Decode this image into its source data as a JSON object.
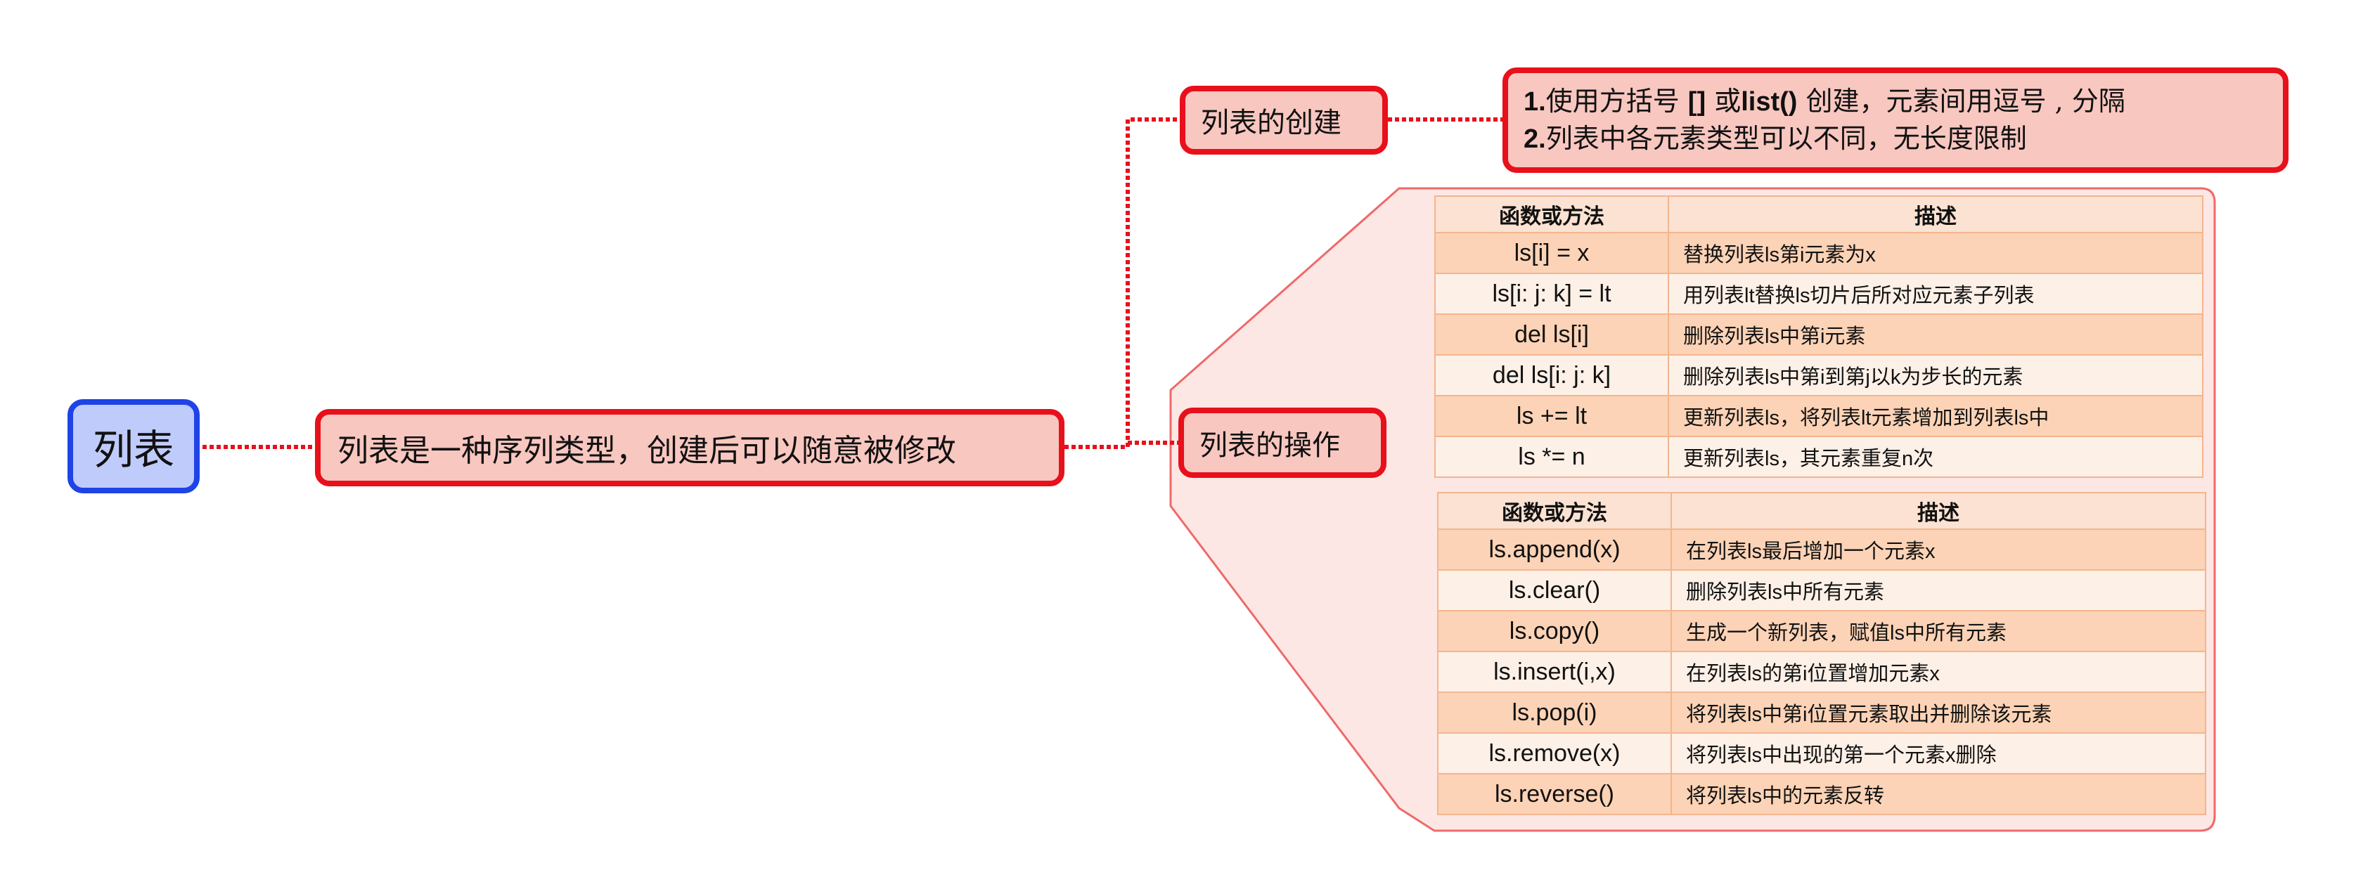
{
  "root": {
    "label": "列表"
  },
  "main": {
    "label": "列表是一种序列类型，创建后可以随意被修改"
  },
  "create": {
    "label": "列表的创建",
    "detail": {
      "line1_num": "1.",
      "line1_a": "使用方括号 ",
      "line1_b": "[]",
      "line1_c": " 或",
      "line1_d": "list()",
      "line1_e": " 创建，元素间用逗号 , 分隔",
      "line2_num": "2.",
      "line2_text": "列表中各元素类型可以不同，无长度限制"
    }
  },
  "operations": {
    "label": "列表的操作",
    "table1": {
      "headers": [
        "函数或方法",
        "描述"
      ],
      "rows": [
        [
          "ls[i] = x",
          "替换列表ls第i元素为x"
        ],
        [
          "ls[i: j: k] = lt",
          "用列表lt替换ls切片后所对应元素子列表"
        ],
        [
          "del ls[i]",
          "删除列表ls中第i元素"
        ],
        [
          "del ls[i: j: k]",
          "删除列表ls中第i到第j以k为步长的元素"
        ],
        [
          "ls += lt",
          "更新列表ls，将列表lt元素增加到列表ls中"
        ],
        [
          "ls *= n",
          "更新列表ls，其元素重复n次"
        ]
      ]
    },
    "table2": {
      "headers": [
        "函数或方法",
        "描述"
      ],
      "rows": [
        [
          "ls.append(x)",
          "在列表ls最后增加一个元素x"
        ],
        [
          "ls.clear()",
          "删除列表ls中所有元素"
        ],
        [
          "ls.copy()",
          "生成一个新列表，赋值ls中所有元素"
        ],
        [
          "ls.insert(i,x)",
          "在列表ls的第i位置增加元素x"
        ],
        [
          "ls.pop(i)",
          "将列表ls中第i位置元素取出并删除该元素"
        ],
        [
          "ls.remove(x)",
          "将列表ls中出现的第一个元素x删除"
        ],
        [
          "ls.reverse()",
          "将列表ls中的元素反转"
        ]
      ]
    }
  },
  "colors": {
    "node_fill": "#f8c7c0",
    "node_border": "#e8101b",
    "root_fill": "#bfcbfb",
    "root_border": "#1f43e6"
  }
}
